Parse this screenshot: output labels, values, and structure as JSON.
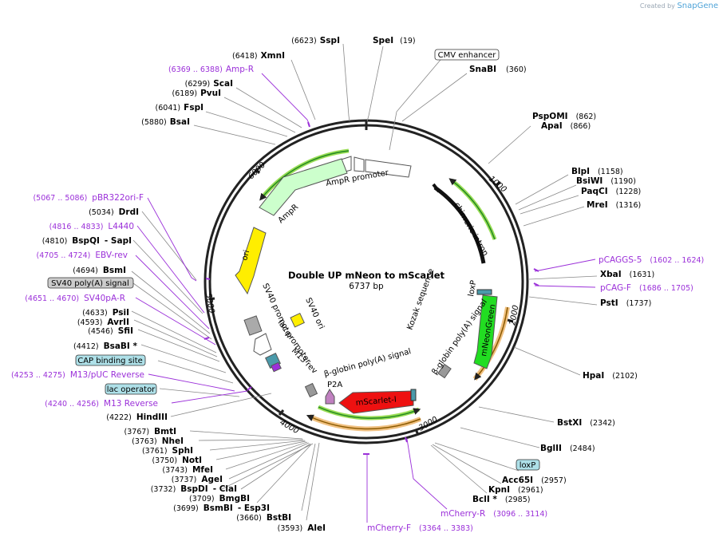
{
  "brand": {
    "created_by": "Created by",
    "name": "SnapGene"
  },
  "plasmid": {
    "name": "Double UP mNeon to mScarlet",
    "length": "6737 bp"
  },
  "ticks": [
    "1000",
    "2000",
    "3000",
    "4000",
    "5000",
    "6000"
  ],
  "colors": {
    "primer": "#9b30d9",
    "green_arrow": "#22dd22",
    "red_arrow": "#ee1111",
    "yellow": "#ffee00",
    "light_green": "#ccffcc",
    "orange": "#f0c080",
    "grey": "#999999",
    "teal": "#4a9aaa"
  },
  "labels": {
    "SspI": {
      "name": "SspI",
      "pos": "(6623)"
    },
    "SpeI": {
      "name": "SpeI",
      "pos": "(19)"
    },
    "XmnI": {
      "name": "XmnI",
      "pos": "(6418)"
    },
    "AmpR": {
      "name": "Amp-R",
      "pos": "(6369 .. 6388)"
    },
    "ScaI": {
      "name": "ScaI",
      "pos": "(6299)"
    },
    "PvuI": {
      "name": "PvuI",
      "pos": "(6189)"
    },
    "FspI": {
      "name": "FspI",
      "pos": "(6041)"
    },
    "BsaI": {
      "name": "BsaI",
      "pos": "(5880)"
    },
    "CMV": {
      "name": "CMV enhancer"
    },
    "SnaBI": {
      "name": "SnaBI",
      "pos": "(360)"
    },
    "PspOMI": {
      "name": "PspOMI",
      "pos": "(862)"
    },
    "ApaI": {
      "name": "ApaI",
      "pos": "(866)"
    },
    "BlpI": {
      "name": "BlpI",
      "pos": "(1158)"
    },
    "BsiWI": {
      "name": "BsiWI",
      "pos": "(1190)"
    },
    "PaqCI": {
      "name": "PaqCI",
      "pos": "(1228)"
    },
    "MreI": {
      "name": "MreI",
      "pos": "(1316)"
    },
    "pCAGGS5": {
      "name": "pCAGGS-5",
      "pos": "(1602 .. 1624)"
    },
    "XbaI": {
      "name": "XbaI",
      "pos": "(1631)"
    },
    "pCAGF": {
      "name": "pCAG-F",
      "pos": "(1686 .. 1705)"
    },
    "PstI": {
      "name": "PstI",
      "pos": "(1737)"
    },
    "HpaI": {
      "name": "HpaI",
      "pos": "(2102)"
    },
    "BstXI": {
      "name": "BstXI",
      "pos": "(2342)"
    },
    "BglII": {
      "name": "BglII",
      "pos": "(2484)"
    },
    "loxP": {
      "name": "loxP"
    },
    "Acc65I": {
      "name": "Acc65I",
      "pos": "(2957)"
    },
    "KpnI": {
      "name": "KpnI",
      "pos": "(2961)"
    },
    "BclI": {
      "name": "BclI *",
      "pos": "(2985)"
    },
    "mCherryR": {
      "name": "mCherry-R",
      "pos": "(3096 .. 3114)"
    },
    "mCherryF": {
      "name": "mCherry-F",
      "pos": "(3364 .. 3383)"
    },
    "AleI": {
      "name": "AleI",
      "pos": "(3593)"
    },
    "BstBI": {
      "name": "BstBI",
      "pos": "(3660)"
    },
    "BsmBI": {
      "name": "BsmBI",
      "pos": "(3699)"
    },
    "Esp3I": {
      "name": "- Esp3I"
    },
    "BmgBI": {
      "name": "BmgBI",
      "pos": "(3709)"
    },
    "BspDI": {
      "name": "BspDI",
      "pos": "(3732)"
    },
    "ClaI": {
      "name": "- ClaI"
    },
    "AgeI": {
      "name": "AgeI",
      "pos": "(3737)"
    },
    "MfeI": {
      "name": "MfeI",
      "pos": "(3743)"
    },
    "NotI": {
      "name": "NotI",
      "pos": "(3750)"
    },
    "SphI": {
      "name": "SphI",
      "pos": "(3761)"
    },
    "NheI": {
      "name": "NheI",
      "pos": "(3763)"
    },
    "BmtI": {
      "name": "BmtI",
      "pos": "(3767)"
    },
    "HindIII": {
      "name": "HindIII",
      "pos": "(4222)"
    },
    "M13Rev": {
      "name": "M13 Reverse",
      "pos": "(4240 .. 4256)"
    },
    "lacOp": {
      "name": "lac operator"
    },
    "M13pUC": {
      "name": "M13/pUC Reverse",
      "pos": "(4253 .. 4275)"
    },
    "CAP": {
      "name": "CAP binding site"
    },
    "BsaBI": {
      "name": "BsaBI *",
      "pos": "(4412)"
    },
    "SfiI": {
      "name": "SfiI",
      "pos": "(4546)"
    },
    "AvrII": {
      "name": "AvrII",
      "pos": "(4593)"
    },
    "PsiI": {
      "name": "PsiI",
      "pos": "(4633)"
    },
    "SV40pAR": {
      "name": "SV40pA-R",
      "pos": "(4651 .. 4670)"
    },
    "SV40polyA": {
      "name": "SV40 poly(A) signal"
    },
    "BsmI": {
      "name": "BsmI",
      "pos": "(4694)"
    },
    "EBVrev": {
      "name": "EBV-rev",
      "pos": "(4705 .. 4724)"
    },
    "BspQI": {
      "name": "BspQI",
      "pos": "(4810)"
    },
    "SapI": {
      "name": "- SapI"
    },
    "L4440": {
      "name": "L4440",
      "pos": "(4816 .. 4833)"
    },
    "DrdI": {
      "name": "DrdI",
      "pos": "(5034)"
    },
    "pBR322": {
      "name": "pBR322ori-F",
      "pos": "(5067 .. 5086)"
    }
  },
  "features": {
    "AmpR_promoter": "AmpR promoter",
    "AmpR": "AmpR",
    "ori": "ori",
    "SV40_ori": "SV40 ori",
    "SV40_promoter": "SV40 promoter",
    "lac_promoter": "lac promoter",
    "M13_rev": "M13 rev",
    "chimeric_intron": "chimeric intron",
    "loxP": "loxP",
    "Kozak": "Kozak sequence",
    "mNeonGreen": "mNeonGreen",
    "bglobin1": "β-globin poly(A) signal",
    "bglobin2": "β-globin poly(A) signal",
    "P2A": "P2A",
    "mScarlet": "mScarlet-I"
  }
}
